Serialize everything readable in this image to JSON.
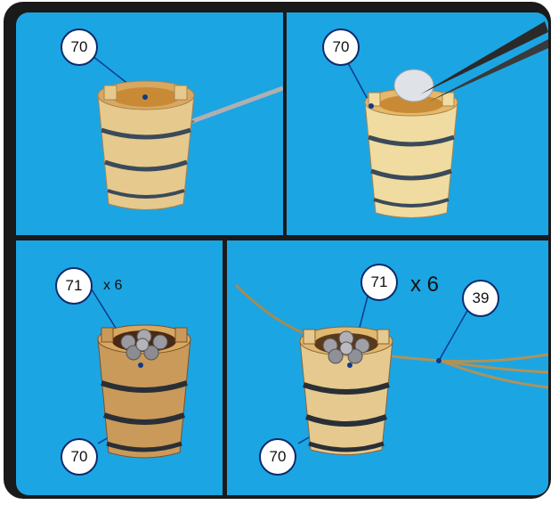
{
  "panels": [
    {
      "callouts": [
        "70"
      ]
    },
    {
      "callouts": [
        "70"
      ]
    },
    {
      "callouts": [
        "71",
        "70"
      ],
      "multiplier": "x 6"
    },
    {
      "callouts": [
        "71",
        "39",
        "70"
      ],
      "multiplier": "x 6"
    }
  ],
  "colors": {
    "background": "#1ca5e3",
    "frame": "#1a1a1a",
    "callout_border": "#0d2a6b",
    "leader_line": "#0d3a8a"
  }
}
